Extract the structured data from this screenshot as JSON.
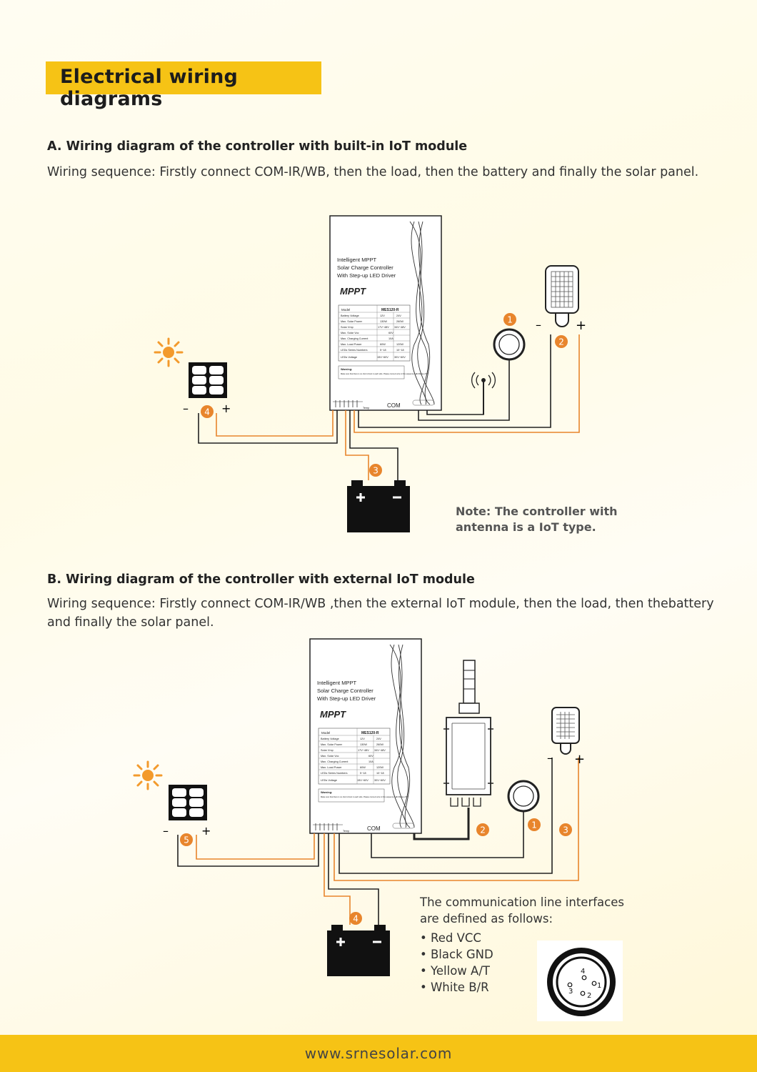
{
  "title": "Electrical wiring diagrams",
  "section_a": {
    "heading": "A. Wiring diagram of the controller with built-in IoT module",
    "sequence": "Wiring sequence: Firstly connect COM-IR/WB,  then the load, then the battery and finally the solar panel.",
    "note": "Note: The controller with antenna is a IoT type.",
    "markers": [
      "1",
      "2",
      "3",
      "4"
    ]
  },
  "section_b": {
    "heading": "B. Wiring diagram of the controller with external IoT module",
    "sequence": "Wiring sequence: Firstly connect COM-IR/WB ,then the external IoT module, then the load, then thebattery and finally the solar panel.",
    "markers": [
      "1",
      "2",
      "3",
      "4",
      "5"
    ],
    "comm_intro": "The communication line interfaces are defined as follows:",
    "comm_lines": [
      "Red VCC",
      "Black GND",
      "Yellow A/T",
      "White B/R"
    ],
    "connector_pins": [
      "4",
      "1",
      "2",
      "3"
    ]
  },
  "controller": {
    "name_lines": [
      "Intelligent MPPT",
      "Solar Charge Controller",
      "With Step-up LED Driver"
    ],
    "brand": "MPPT",
    "model_label": "Model",
    "model": "MES120-R",
    "specs": [
      [
        "Battery Voltage",
        "12V",
        "24V"
      ],
      [
        "Max. Solar Power",
        "130W",
        "260W"
      ],
      [
        "Solar Vmp",
        "17V~48V",
        "34V~48V"
      ],
      [
        "Max. Solar Voc",
        "60V",
        ""
      ],
      [
        "Max. Charging Current",
        "10A",
        ""
      ],
      [
        "Max. Load Power",
        "60W",
        "120W"
      ],
      [
        "LEDs Series Numbers",
        "5~18",
        "10~18"
      ],
      [
        "LEDs Voltage",
        "15V~60V",
        "30V~60V"
      ]
    ],
    "warning_title": "Warning:",
    "warning_text": "Make sure that there is no short circuit in each side. Please connect wire in this sequence:LED-Battery-PV",
    "com_label": "COM",
    "temp_label": "Temp"
  },
  "polarity": {
    "minus": "–",
    "plus": "+"
  },
  "footer": "www.srnesolar.com",
  "colors": {
    "accent": "#f6c315",
    "marker": "#e8852c",
    "wire_orange": "#e8852c",
    "wire_black": "#222222"
  }
}
